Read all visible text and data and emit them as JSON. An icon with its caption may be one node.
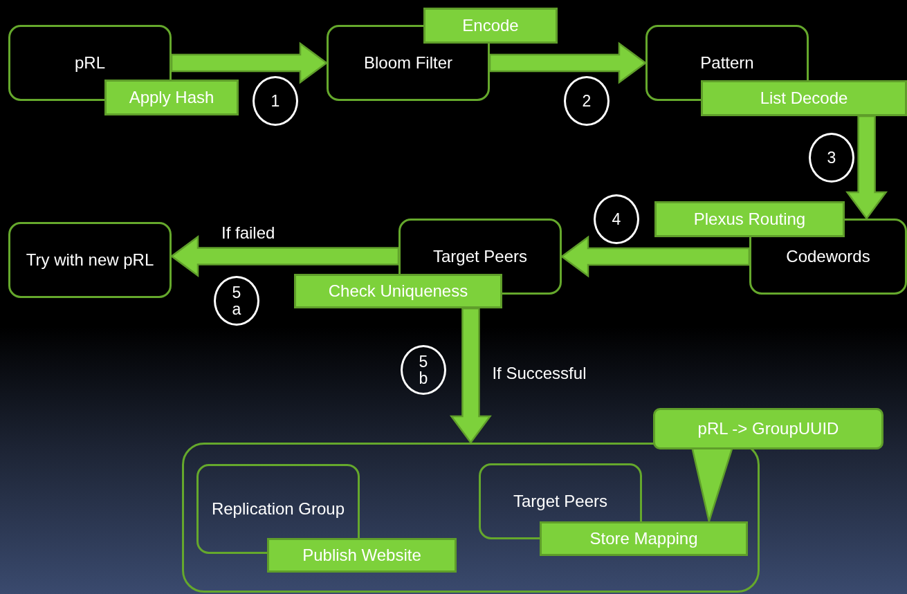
{
  "diagram": {
    "nodes": [
      {
        "text": [
          "pRL",
          "Apply Hash"
        ]
      },
      {
        "text": [
          "1"
        ]
      },
      {
        "text": [
          "Encode",
          "Bloom Filter"
        ]
      },
      {
        "text": [
          "2"
        ]
      },
      {
        "text": [
          "Pattern",
          "List Decode"
        ]
      },
      {
        "text": [
          "3"
        ]
      },
      {
        "text": [
          "Plexus Routing",
          "Codewords"
        ]
      },
      {
        "text": [
          "4"
        ]
      },
      {
        "text": [
          "Target Peers",
          "Check Uniqueness"
        ]
      },
      {
        "text": [
          "Try with new pRL"
        ]
      },
      {
        "text": [
          "5 a"
        ]
      },
      {
        "text": [
          "5 b"
        ]
      },
      {
        "text": [],
        "shape": "box"
      },
      {
        "text": [
          "Replication Group",
          "Publish Website"
        ],
        "in": 12
      },
      {
        "text": [
          "Target Peers",
          "Store Mapping"
        ],
        "in": 12
      },
      {
        "text": [
          "pRL -> GroupUUID"
        ]
      }
    ],
    "edges": [
      {
        "from": 0,
        "to": 2,
        "arrow": "to"
      },
      {
        "from": 2,
        "to": 4,
        "arrow": "to"
      },
      {
        "from": 4,
        "to": 6,
        "arrow": "to"
      },
      {
        "from": 6,
        "to": 8,
        "arrow": "to"
      },
      {
        "from": 8,
        "to": 9,
        "arrow": "to",
        "label": "If failed"
      },
      {
        "from": 8,
        "to": 12,
        "arrow": "to",
        "label": "If Successful"
      },
      {
        "from": 15,
        "to": 14,
        "arrow": "none"
      }
    ]
  }
}
